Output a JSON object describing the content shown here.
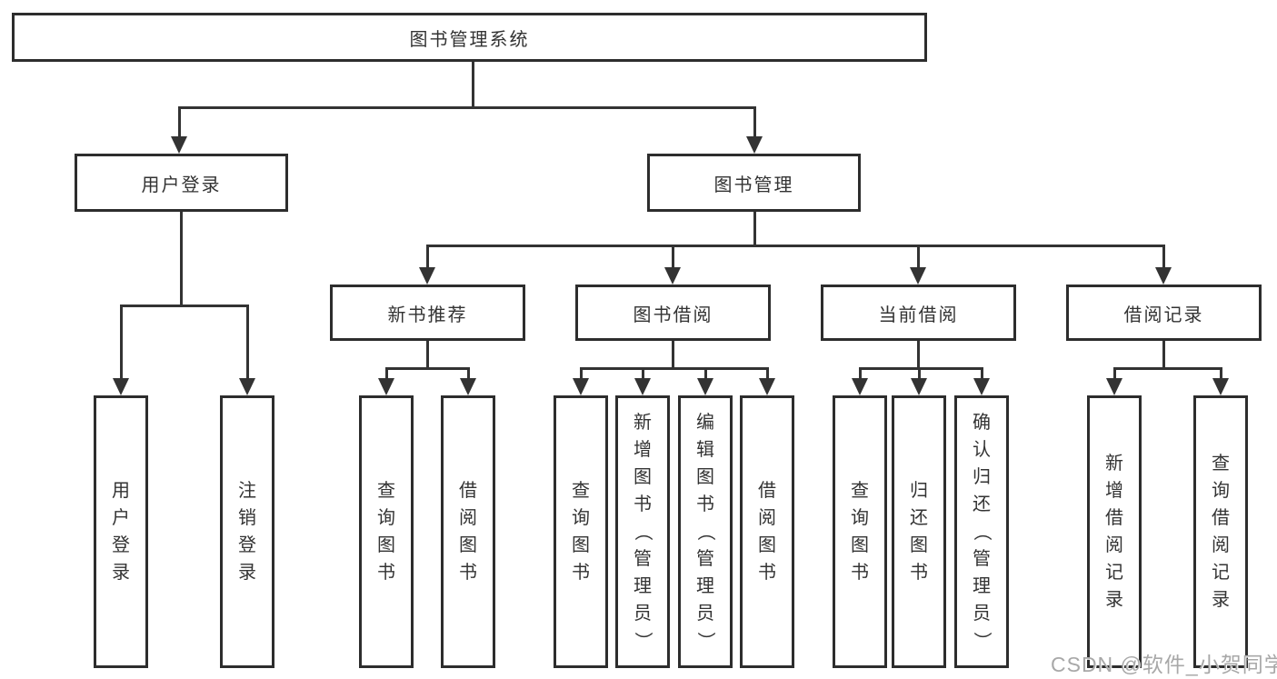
{
  "diagram": {
    "tree": {
      "root": {
        "label": "图书管理系统"
      },
      "user_login": {
        "label": "用户登录",
        "children": {
          "login": "用户登录",
          "logout": "注销登录"
        }
      },
      "book_management": {
        "label": "图书管理",
        "new_book_recommend": {
          "label": "新书推荐",
          "children": {
            "query_book": "查询图书",
            "borrow_book": "借阅图书"
          }
        },
        "book_borrow": {
          "label": "图书借阅",
          "children": {
            "query_book": "查询图书",
            "add_book": "新增图书（管理员）",
            "edit_book": "编辑图书（管理员）",
            "borrow_book": "借阅图书"
          }
        },
        "current_borrow": {
          "label": "当前借阅",
          "children": {
            "query_book": "查询图书",
            "return_book": "归还图书",
            "confirm_return": "确认归还（管理员）"
          }
        },
        "borrow_record": {
          "label": "借阅记录",
          "children": {
            "add_record": "新增借阅记录",
            "query_record": "查询借阅记录"
          }
        }
      }
    },
    "watermark": "CSDN @软件_小贺同学",
    "colors": {
      "line": "#333333",
      "border": "#2d2d2d",
      "text": "#333333",
      "watermark": "#a8a8a8",
      "background": "#ffffff"
    }
  }
}
